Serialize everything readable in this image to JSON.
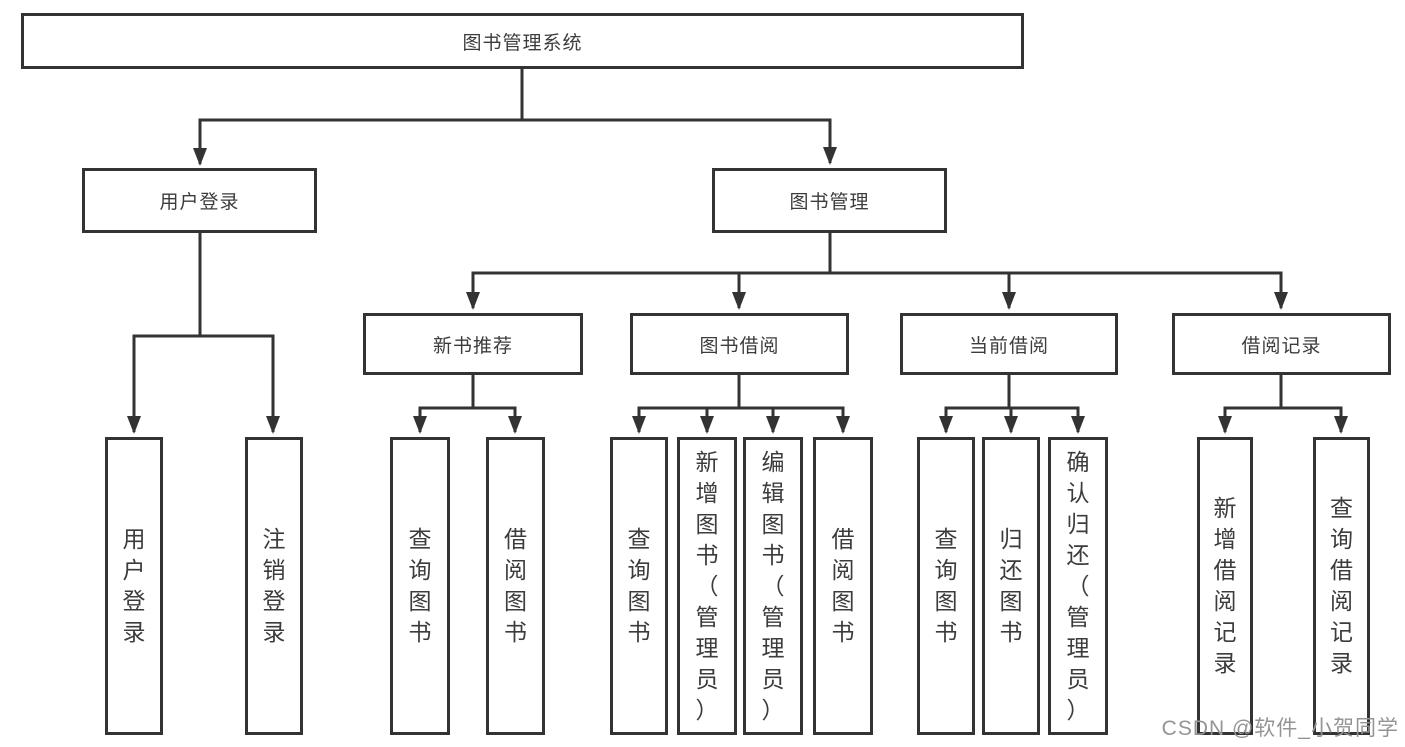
{
  "diagram": {
    "root": {
      "label": "图书管理系统"
    },
    "level2": [
      {
        "label": "用户登录"
      },
      {
        "label": "图书管理"
      }
    ],
    "level3": [
      {
        "label": "新书推荐"
      },
      {
        "label": "图书借阅"
      },
      {
        "label": "当前借阅"
      },
      {
        "label": "借阅记录"
      }
    ],
    "leaves": {
      "user_login": [
        {
          "label": "用户登录"
        },
        {
          "label": "注销登录"
        }
      ],
      "new_book": [
        {
          "label": "查询图书"
        },
        {
          "label": "借阅图书"
        }
      ],
      "book_borrow": [
        {
          "label": "查询图书"
        },
        {
          "label": "新增图书（管理员）"
        },
        {
          "label": "编辑图书（管理员）"
        },
        {
          "label": "借阅图书"
        }
      ],
      "current_borrow": [
        {
          "label": "查询图书"
        },
        {
          "label": "归还图书"
        },
        {
          "label": "确认归还（管理员）"
        }
      ],
      "borrow_records": [
        {
          "label": "新增借阅记录"
        },
        {
          "label": "查询借阅记录"
        }
      ]
    }
  },
  "watermark": {
    "text": "CSDN @软件_小贺同学",
    "color": "#949494"
  },
  "colors": {
    "line": "#333333",
    "box_border": "#333333",
    "text": "#3c3c3c",
    "background": "#ffffff"
  }
}
